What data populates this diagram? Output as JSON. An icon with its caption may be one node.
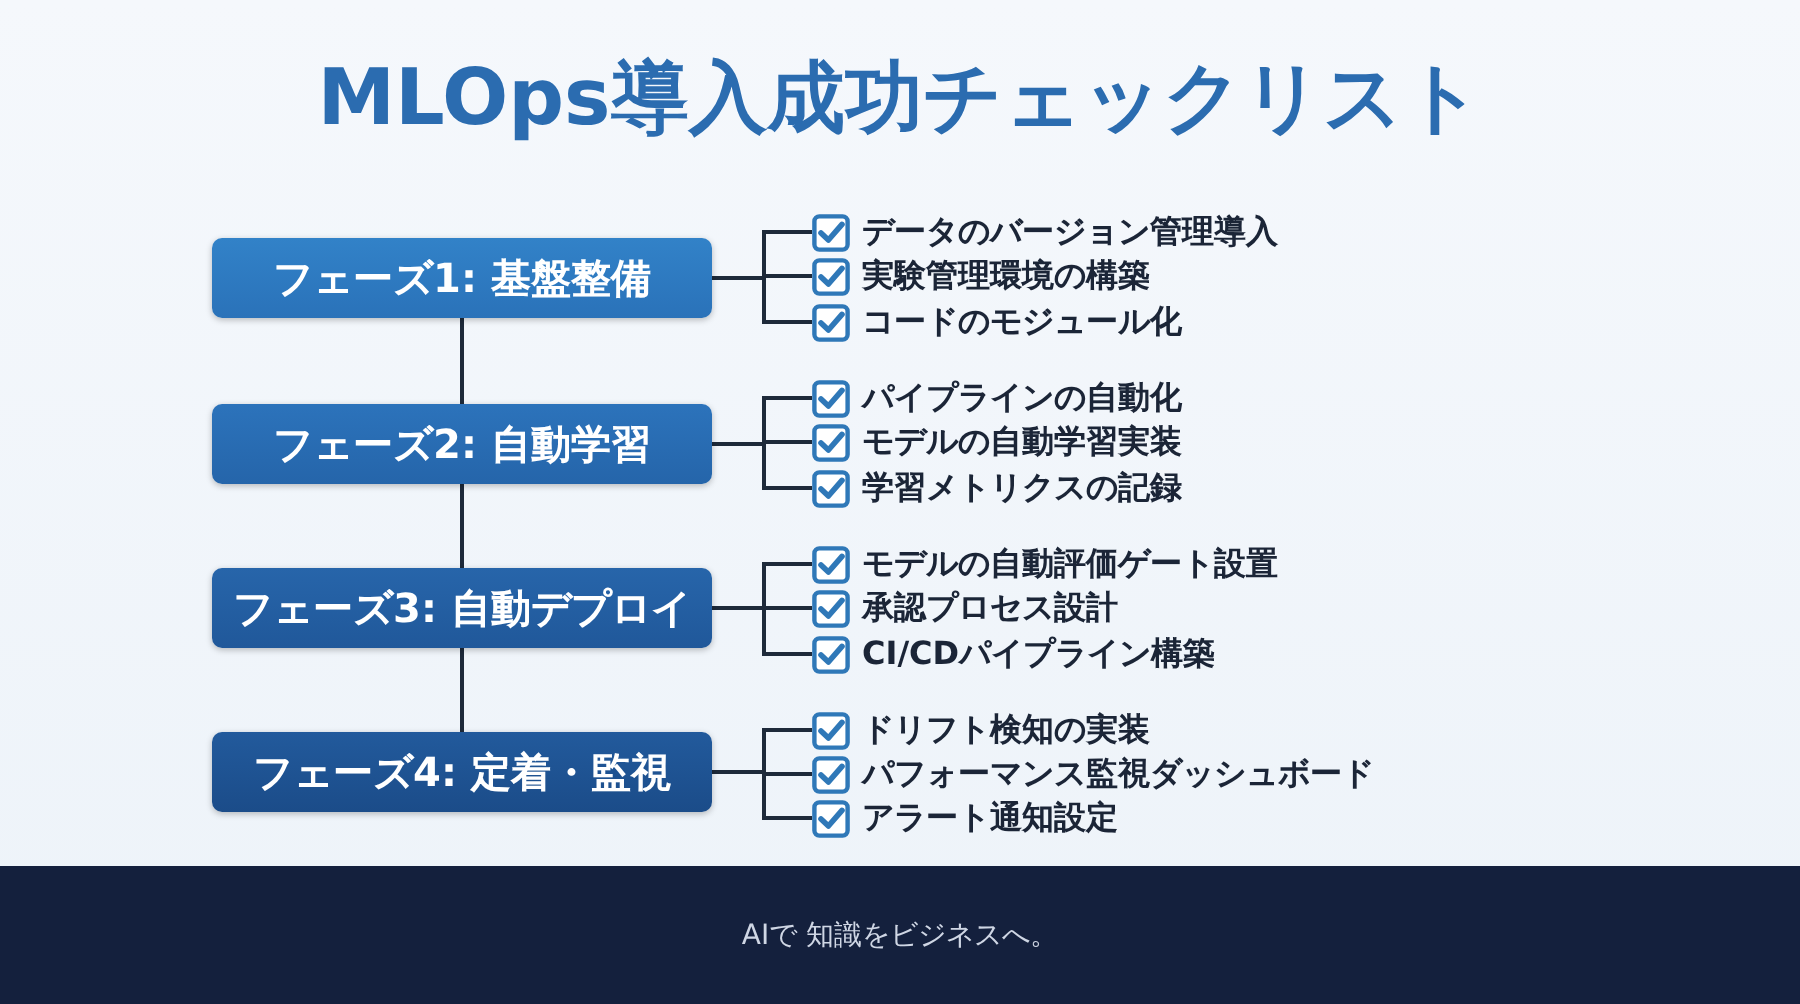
{
  "diagram": {
    "title": "MLOps導入成功チェックリスト",
    "nodes": [
      {
        "text": [
          "フェーズ1: 基盤整備"
        ]
      },
      {
        "text": [
          "データのバージョン管理導入"
        ]
      },
      {
        "text": [
          "実験管理環境の構築"
        ]
      },
      {
        "text": [
          "コードのモジュール化"
        ]
      },
      {
        "text": [
          "フェーズ2: 自動学習"
        ]
      },
      {
        "text": [
          "パイプラインの自動化"
        ]
      },
      {
        "text": [
          "モデルの自動学習実装"
        ]
      },
      {
        "text": [
          "学習メトリクスの記録"
        ]
      },
      {
        "text": [
          "フェーズ3: 自動デプロイ"
        ]
      },
      {
        "text": [
          "モデルの自動評価ゲート設置"
        ]
      },
      {
        "text": [
          "承認プロセス設計"
        ]
      },
      {
        "text": [
          "CI/CDパイプライン構築"
        ]
      },
      {
        "text": [
          "フェーズ4: 定着・監視"
        ]
      },
      {
        "text": [
          "ドリフト検知の実装"
        ]
      },
      {
        "text": [
          "パフォーマンス監視ダッシュボード"
        ]
      },
      {
        "text": [
          "アラート通知設定"
        ]
      }
    ],
    "edges": [
      {
        "from": 0,
        "to": 4,
        "arrow": "none"
      },
      {
        "from": 4,
        "to": 8,
        "arrow": "none"
      },
      {
        "from": 8,
        "to": 12,
        "arrow": "none"
      },
      {
        "from": 0,
        "to": 1,
        "arrow": "none"
      },
      {
        "from": 0,
        "to": 2,
        "arrow": "none"
      },
      {
        "from": 0,
        "to": 3,
        "arrow": "none"
      },
      {
        "from": 4,
        "to": 5,
        "arrow": "none"
      },
      {
        "from": 4,
        "to": 6,
        "arrow": "none"
      },
      {
        "from": 4,
        "to": 7,
        "arrow": "none"
      },
      {
        "from": 8,
        "to": 9,
        "arrow": "none"
      },
      {
        "from": 8,
        "to": 10,
        "arrow": "none"
      },
      {
        "from": 8,
        "to": 11,
        "arrow": "none"
      },
      {
        "from": 12,
        "to": 13,
        "arrow": "none"
      },
      {
        "from": 12,
        "to": 14,
        "arrow": "none"
      },
      {
        "from": 12,
        "to": 15,
        "arrow": "none"
      }
    ],
    "labels": [
      "AIで 知識をビジネスへ。"
    ]
  }
}
